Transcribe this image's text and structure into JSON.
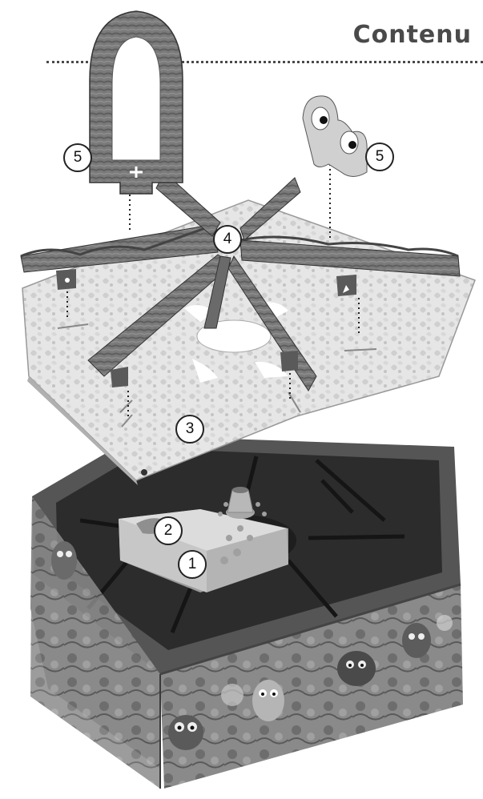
{
  "header": {
    "title": "Contenu"
  },
  "callouts": {
    "frame_left": "5",
    "frame_right": "5",
    "walls": "4",
    "board": "3",
    "piece_2": "2",
    "piece_1": "1"
  }
}
